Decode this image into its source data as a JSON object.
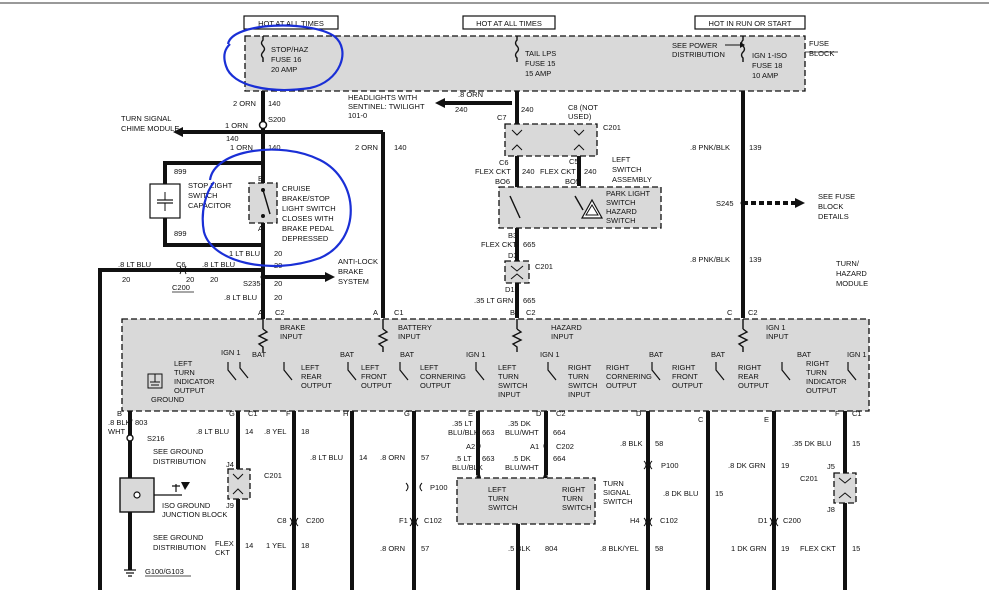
{
  "headers": {
    "hot_always_1": "HOT AT ALL TIMES",
    "hot_always_2": "HOT AT ALL TIMES",
    "hot_run": "HOT IN RUN OR START"
  },
  "fuse_block": {
    "label_1": "FUSE",
    "label_2": "BLOCK",
    "fuse16": [
      "STOP/HAZ",
      "FUSE 16",
      "20 AMP"
    ],
    "fuse15": [
      "TAIL LPS",
      "FUSE 15",
      "15 AMP"
    ],
    "fuse18": [
      "IGN 1-ISO",
      "FUSE 18",
      "10 AMP"
    ],
    "see_power": [
      "SEE POWER",
      "DISTRIBUTION"
    ]
  },
  "top_left": {
    "w1": "2 ORN",
    "c1": "140",
    "s200": "S200",
    "turn_chime": [
      "TURN SIGNAL",
      "CHIME MODULE"
    ],
    "w2": "1 ORN",
    "c2": "140",
    "w3": "1 ORN",
    "c3": "140",
    "w4": "2 ORN",
    "c4": "140",
    "headlights": [
      "HEADLIGHTS WITH",
      "SENTINEL: TWILIGHT",
      "101-0"
    ],
    "w5": ".8 ORN",
    "c5": "240",
    "c6": "240"
  },
  "stop_switch": {
    "cap": [
      "STOP LIGHT",
      "SWITCH",
      "CAPACITOR"
    ],
    "c899a": "899",
    "c899b": "899",
    "pin_b": "B",
    "pin_a": "A",
    "desc": [
      "CRUISE",
      "BRAKE/STOP",
      "LIGHT SWITCH",
      "CLOSES WITH",
      "BRAKE PEDAL",
      "DEPRESSED"
    ],
    "w_blu": "1 LT BLU",
    "c20a": "20",
    "c6": "C6",
    "w_blu2": ".8 LT BLU",
    "c20b": "20",
    "left_w": ".8 LT BLU",
    "left_c": "20",
    "c200": "C200",
    "c20c": "20",
    "c20d": "20",
    "s235": "S235",
    "c20e": "20",
    "abs": [
      "ANTI-LOCK",
      "BRAKE",
      "SYSTEM"
    ],
    "w_bot": ".8 LT BLU",
    "c20f": "20",
    "pin_a2": "A",
    "c2": "C2",
    "pin_a3": "A",
    "c1": "C1"
  },
  "park_switch": {
    "c7": "C7",
    "c8": "C8 (NOT",
    "used": "USED)",
    "c201": "C201",
    "c6": "C6",
    "c5": "C5",
    "flex1": "FLEX CKT",
    "c240a": "240",
    "flex2": "FLEX CKT",
    "c240b": "240",
    "left_assy": [
      "LEFT",
      "SWITCH",
      "ASSEMBLY"
    ],
    "b06": "BO6",
    "b05": "BO5",
    "desc": [
      "PARK LIGHT",
      "SWITCH",
      "HAZARD",
      "SWITCH"
    ],
    "b3": "B3",
    "flex3": "FLEX CKT",
    "c665a": "665",
    "d3": "D3",
    "c201b": "C201",
    "d10": "D10",
    "w_grn": ".35 LT GRN",
    "c665b": "665",
    "pin_b": "B",
    "c2": "C2"
  },
  "right_feed": {
    "w1": ".8 PNK/BLK",
    "c1": "139",
    "s245": "S245",
    "see_fuse": [
      "SEE FUSE",
      "BLOCK",
      "DETAILS"
    ],
    "w2": ".8 PNK/BLK",
    "c2": "139",
    "module": [
      "TURN/",
      "HAZARD",
      "MODULE"
    ],
    "pin_c": "C",
    "c2b": "C2"
  },
  "module": {
    "brake": [
      "BRAKE",
      "INPUT"
    ],
    "battery": [
      "BATTERY",
      "INPUT"
    ],
    "hazard": [
      "HAZARD",
      "INPUT"
    ],
    "ign_in": [
      "IGN 1",
      "INPUT"
    ],
    "ign1a": "IGN 1",
    "bat1": "BAT",
    "bat2": "BAT",
    "bat3": "BAT",
    "ign1b": "IGN 1",
    "bat4": "BAT",
    "bat5": "BAT",
    "bat6": "BAT",
    "ign1c": "IGN 1",
    "out_lti": [
      "LEFT",
      "TURN",
      "INDICATOR",
      "OUTPUT"
    ],
    "ground": "GROUND",
    "out_lr": [
      "LEFT",
      "REAR",
      "OUTPUT"
    ],
    "out_lf": [
      "LEFT",
      "FRONT",
      "OUTPUT"
    ],
    "out_lc": [
      "LEFT",
      "CORNERING",
      "OUTPUT"
    ],
    "in_lts": [
      "LEFT",
      "TURN",
      "SWITCH",
      "INPUT"
    ],
    "in_rts": [
      "RIGHT",
      "TURN",
      "SWITCH",
      "INPUT"
    ],
    "out_rc": [
      "RIGHT",
      "CORNERING",
      "OUTPUT"
    ],
    "out_rf": [
      "RIGHT",
      "FRONT",
      "OUTPUT"
    ],
    "out_rr": [
      "RIGHT",
      "REAR",
      "OUTPUT"
    ],
    "out_rti": [
      "RIGHT",
      "TURN",
      "INDICATOR",
      "OUTPUT"
    ]
  },
  "bottom": {
    "b_pin": "B",
    "w_blk": ".8 BLK/",
    "w_blk2": "WHT",
    "c803": "803",
    "s216": "S216",
    "see_gnd1": [
      "SEE GROUND",
      "DISTRIBUTION"
    ],
    "iso": [
      "ISO GROUND",
      "JUNCTION BLOCK"
    ],
    "see_gnd2": [
      "SEE GROUND",
      "DISTRIBUTION"
    ],
    "g100": "G100/G103",
    "g_pin": "G",
    "c1a": "C1",
    "w_ltblu": ".8 LT BLU",
    "c14a": "14",
    "j4": "J4",
    "c201a": "C201",
    "j9": "J9",
    "flex": "FLEX",
    "ckt": "CKT",
    "c14b": "14",
    "f_pin": "F",
    "w_yel": ".8 YEL",
    "c18a": "18",
    "c8": "C8",
    "c200a": "C200",
    "w_yel2": "1 YEL",
    "c18b": "18",
    "h_pin": "H",
    "w_ltblu2": ".8 LT BLU",
    "c14c": "14",
    "g_pin2": "G",
    "w_orn": ".8 ORN",
    "c57a": "57",
    "p100a": "P100",
    "f1": "F1",
    "c102a": "C102",
    "w_orn2": ".8 ORN",
    "c57b": "57",
    "e_pin": "E",
    "w_blublk": [
      ".35 LT",
      "BLU/BLK"
    ],
    "c663a": "663",
    "a2": "A2",
    "w_blublk2": [
      ".5 LT",
      "BLU/BLK"
    ],
    "c663b": "663",
    "d_pin": "D",
    "c2a": "C2",
    "w_dkblu": [
      ".35 DK",
      "BLU/WHT"
    ],
    "c664a": "664",
    "a1": "A1",
    "c202": "C202",
    "w_dkblu2": [
      ".5 DK",
      "BLU/WHT"
    ],
    "c664b": "664",
    "p100b": "P100",
    "tsa": [
      "TURN",
      "SIGNAL",
      "SWITCH"
    ],
    "lts": [
      "LEFT",
      "TURN",
      "SWITCH"
    ],
    "rts": [
      "RIGHT",
      "TURN",
      "SWITCH"
    ],
    "w_5blk": ".5 BLK",
    "c804": "804",
    "d_pin2": "D",
    "w_blk58": ".8 BLK",
    "c58a": "58",
    "p100c": "P100",
    "w_dkblu3": ".8 DK BLU",
    "c15a": "15",
    "h4": "H4",
    "c102b": "C102",
    "w_blkyel": ".8 BLK/YEL",
    "c58b": "58",
    "c_pin": "C",
    "e_pin2": "E",
    "w_dkgrn": ".8 DK GRN",
    "c19a": "19",
    "d1": "D1",
    "c200b": "C200",
    "w_dkgrn2": "1 DK GRN",
    "c19b": "19",
    "f_pin2": "F",
    "c1b": "C1",
    "w_dkblu4": ".35 DK BLU",
    "c15b": "15",
    "j5": "J5",
    "c201b": "C201",
    "j8": "J8",
    "flexckt": "FLEX CKT",
    "c15c": "15"
  }
}
